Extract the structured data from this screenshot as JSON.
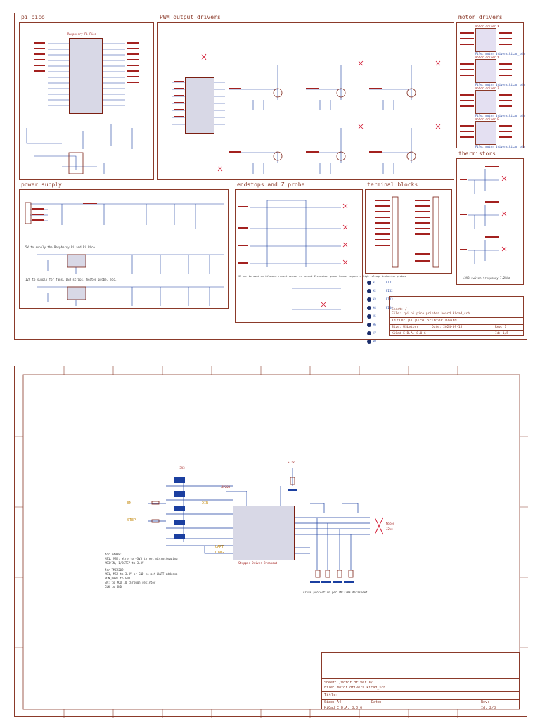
{
  "sheet1": {
    "sections": {
      "pi_pico": "pi pico",
      "pwm": "PWM output drivers",
      "motor_drivers": "motor drivers",
      "thermistors": "thermistors",
      "power_supply": "power supply",
      "endstops": "endstops and Z probe",
      "terminal_blocks": "terminal blocks"
    },
    "pico_chip": "Raspberry Pi Pico",
    "motor_driver_blocks": [
      "motor driver X",
      "motor driver Y",
      "motor driver Z",
      "motor driver E"
    ],
    "motor_driver_files": [
      "File: motor drivers.kicad_sch",
      "File: motor drivers.kicad_sch",
      "File: motor drivers.kicad_sch",
      "File: motor drivers.kicad_sch"
    ],
    "power_notes": [
      "5V to supply the Raspberry Pi and Pi Pico",
      "12V to supply for fans, LED strips, heated probe, etc."
    ],
    "endstop_note": "SE can be used as filament runout sensor or second Z endstop; probe header supports high voltage inductive probes",
    "thermistor_note": "+3V3 switch frequency 7.2kHz",
    "mounting_holes": [
      "H1",
      "H2",
      "H3",
      "H4",
      "H5",
      "H6",
      "H7",
      "H8"
    ],
    "fiducials": [
      "FID1",
      "FID2",
      "FID3",
      "FID4"
    ],
    "title_block": {
      "sheet": "Sheet: /",
      "file": "File: rpi pi pico printer board.kicad_sch",
      "title": "Title: pi pico printer board",
      "size": "Size: USLetter",
      "date": "Date: 2024-09-15",
      "rev": "Rev: 1",
      "kicad": "KiCad E.D.A. 8.0.6",
      "id": "Id: 1/5"
    }
  },
  "sheet2": {
    "chip": "Stepper Driver Breakout",
    "labels": {
      "en": "EN",
      "step": "STEP",
      "dir": "DIR",
      "uart": "UART",
      "diag": "DIAG",
      "vmot": "+12V",
      "vcc": "+3V3",
      "motor": "Motor",
      "motor_ref": "J2xx",
      "jp_uart": "JP200"
    },
    "notes": [
      "for A4988:",
      "  MS1, MS2: Wire to +3V3 to set microstepping",
      "  MS3/EN, 1/8STEP to 3.3V",
      "for TMC2209:",
      "  MS1, MS2 to 3.3V or GND to set UART address",
      "  PDN_UART to GND",
      "  EN: to MCU IO through resistor",
      "  CLK to GND"
    ],
    "cap_note": "drive protection per TMC2209 datasheet",
    "title_block": {
      "sheet": "Sheet: /motor driver X/",
      "file": "File: motor drivers.kicad_sch",
      "title": "Title:",
      "size": "Size: A4",
      "date": "Date:",
      "rev": "Rev:",
      "kicad": "KiCad E.D.A. 8.0.6",
      "id": "Id: 2/8"
    }
  },
  "colors": {
    "frame": "#8b3a2a",
    "wire": "#1b3fa0",
    "part": "#7b1f12",
    "label": "#a3211f",
    "global_label": "#c48a10",
    "no_connect": "#d0102a"
  }
}
